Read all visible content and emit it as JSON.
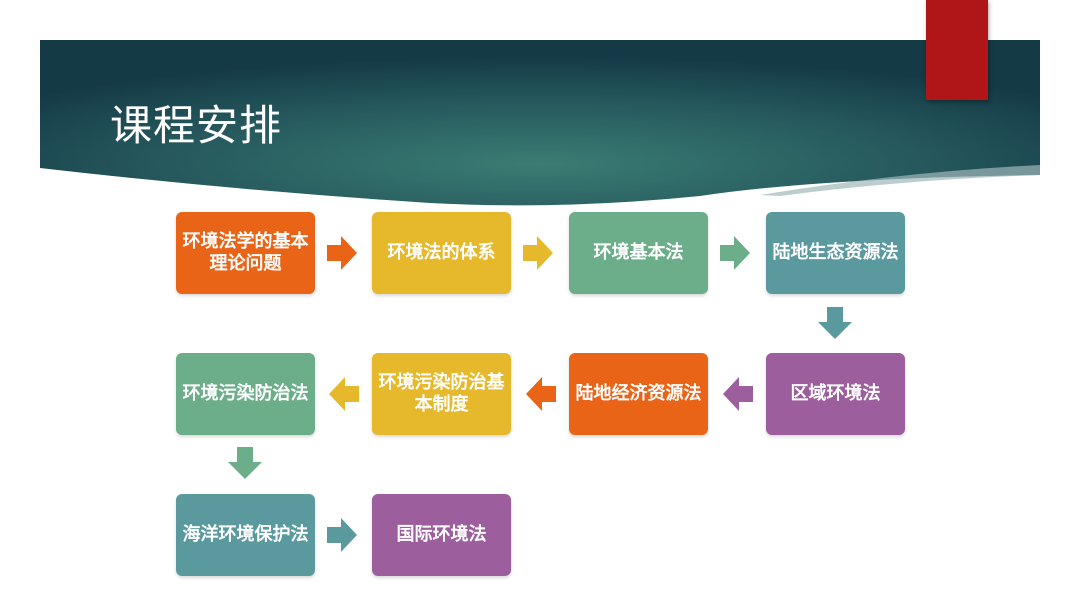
{
  "slide": {
    "title": "课程安排"
  },
  "colors": {
    "orange": "#ea6418",
    "yellow": "#e6b82b",
    "green": "#6cae8a",
    "teal": "#5a9a9f",
    "purple": "#9c5e9d",
    "banner_dark": "#173f4c",
    "banner_mid": "#2f6e6b",
    "accent_red": "#b01518"
  },
  "flow": {
    "boxes": [
      {
        "label": "环境法学的基本理论问题",
        "color": "#ea6418"
      },
      {
        "label": "环境法的体系",
        "color": "#e6b82b"
      },
      {
        "label": "环境基本法",
        "color": "#6cae8a"
      },
      {
        "label": "陆地生态资源法",
        "color": "#5a9a9f"
      },
      {
        "label": "区域环境法",
        "color": "#9c5e9d"
      },
      {
        "label": "陆地经济资源法",
        "color": "#ea6418"
      },
      {
        "label": "环境污染防治基本制度",
        "color": "#e6b82b"
      },
      {
        "label": "环境污染防治法",
        "color": "#6cae8a"
      },
      {
        "label": "海洋环境保护法",
        "color": "#5a9a9f"
      },
      {
        "label": "国际环境法",
        "color": "#9c5e9d"
      }
    ]
  }
}
